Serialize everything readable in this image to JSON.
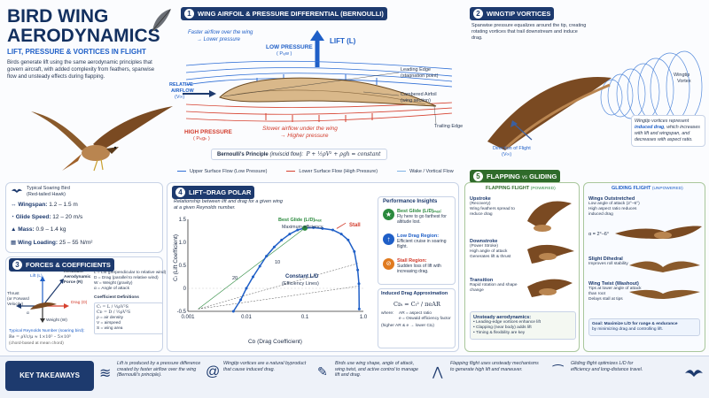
{
  "title": {
    "line1": "BIRD WING",
    "line2": "AERODYNAMICS",
    "subtitle": "LIFT, PRESSURE & VORTICES IN FLIGHT",
    "intro": "Birds generate lift using the same aerodynamic principles that govern aircraft, with added complexity from feathers, spanwise flow and unsteady effects during flapping."
  },
  "airfoil": {
    "number": "1",
    "header": "WING AIRFOIL & PRESSURE DIFFERENTIAL (BERNOULLI)",
    "upper_note_1": "Faster airflow over the wing",
    "upper_note_2": "→ Lower pressure",
    "low_pressure": "LOW PRESSURE",
    "p_low": "( Pₗₒw )",
    "lift": "LIFT (L)",
    "relative_airflow_1": "RELATIVE",
    "relative_airflow_2": "AIRFLOW",
    "v_inf": "(V∞)",
    "leading_edge_1": "Leading Edge",
    "leading_edge_2": "(stagnation point)",
    "cambered_1": "Cambered Airfoil",
    "cambered_2": "(wing section)",
    "trailing_edge": "Trailing Edge",
    "high_pressure": "HIGH PRESSURE",
    "p_high": "( Pₕᵢgₕ )",
    "lower_note_1": "Slower airflow under the wing",
    "lower_note_2": "→ Higher pressure",
    "bernoulli_label": "Bernoulli's Principle",
    "bernoulli_sub": "(inviscid flow):",
    "bernoulli_eq": "P + ½ρV² + ρgh = constant",
    "legend": [
      "Upper Surface Flow (Low Pressure)",
      "Lower Surface Flow (High Pressure)",
      "Wake / Vortical Flow"
    ]
  },
  "vortices": {
    "number": "2",
    "header": "WINGTIP VORTICES",
    "desc": "Spanwise pressure equalizes around the tip, creating rotating vortices that trail downstream and induce drag.",
    "tip_label_1": "Wingtip",
    "tip_label_2": "Vortex",
    "direction_1": "Direction of Flight",
    "direction_2": "(V∞)",
    "note_1": "Wingtip vortices represent",
    "note_2": "induced drag",
    "note_3": ", which",
    "note_4": "increases with lift and",
    "note_5": "wingspan, and decreases",
    "note_6": "with aspect ratio."
  },
  "bird_stats": {
    "name_1": "Typical Soaring Bird",
    "name_2": "(Red-tailed Hawk)",
    "wingspan_label": "Wingspan:",
    "wingspan_value": "1.2 – 1.5 m",
    "speed_label": "Glide Speed:",
    "speed_value": "12 – 20 m/s",
    "mass_label": "Mass:",
    "mass_value": "0.9 – 1.4 kg",
    "loading_label": "Wing Loading:",
    "loading_value": "25 – 55 N/m²"
  },
  "forces": {
    "number": "3",
    "header": "FORCES & COEFFICIENTS",
    "lift": "Lift (L)",
    "resultant_1": "Resultant",
    "resultant_2": "Aerodynamic",
    "resultant_3": "Force (R)",
    "thrust_1": "Thrust",
    "thrust_2": "(or Forward",
    "thrust_3": "Velocity)",
    "drag": "Drag (D)",
    "weight": "Weight (W)",
    "alpha": "α",
    "defs": [
      "L = Lift (perpendicular to relative wind)",
      "D = Drag (parallel to relative wind)",
      "W = Weight (gravity)",
      "α = Angle of attack"
    ],
    "coef_header": "Coefficient Definitions",
    "cl_eq": "Cₗ = L / ½ρV²S",
    "cd_eq": "Cᴅ = D / ½ρV²S",
    "coef_defs": [
      "ρ = air density",
      "V = airspeed",
      "S = wing area"
    ],
    "reynolds_label": "Typical Reynolds Number (soaring bird):",
    "reynolds_eq": "Re = ρVc/μ ≈ 1×10⁵ – 5×10⁵",
    "reynolds_sub": "(chord-based at mean chord)"
  },
  "polar": {
    "number": "4",
    "header": "LIFT–DRAG POLAR",
    "desc_1": "Relationship between lift and drag for a given wing",
    "desc_2": "at a given Reynolds number.",
    "best_glide_1": "Best Glide (L/D)ₘₐₓ",
    "best_glide_2": "Maximum efficiency",
    "stall": "Stall",
    "ld_lines": [
      "10",
      "20"
    ],
    "constant_ld_1": "Constant L/D",
    "constant_ld_2": "(Efficiency Lines)",
    "ylabel": "Cₗ (Lift Coefficient)",
    "xlabel": "Cᴅ (Drag Coefficient)",
    "insights_header": "Performance Insights",
    "insights": [
      {
        "title": "Best Glide (L/D)ₘₐₓ:",
        "body": "Fly here to go farthest for altitude lost."
      },
      {
        "title": "Low Drag Region:",
        "body": "Efficient cruise in soaring flight."
      },
      {
        "title": "Stall Region:",
        "body": "Sudden loss of lift with increasing drag."
      }
    ],
    "induced_header": "Induced Drag Approximation",
    "induced_eq": "Cᴅᵢ = Cₗ² / πeAR",
    "induced_where": "where:",
    "induced_defs": [
      "AR = aspect ratio",
      "e = Oswald efficiency factor",
      "(higher AR & e → lower Cᴅᵢ)"
    ]
  },
  "chart_data": {
    "type": "line",
    "x_scale": "log",
    "xlabel": "Cᴅ (Drag Coefficient)",
    "ylabel": "Cₗ (Lift Coefficient)",
    "xlim": [
      0.001,
      1.0
    ],
    "ylim": [
      -0.5,
      1.5
    ],
    "x_ticks": [
      "0.001",
      "0.01",
      "0.1",
      "1.0"
    ],
    "y_ticks": [
      "-0.5",
      "0",
      "0.5",
      "1.0",
      "1.5"
    ],
    "series": [
      {
        "x": [
          0.006,
          0.008,
          0.01,
          0.013,
          0.017,
          0.022,
          0.03,
          0.04,
          0.055,
          0.075,
          0.1,
          0.14,
          0.2,
          0.3,
          0.42,
          0.55,
          0.7,
          0.8,
          0.84,
          0.85
        ],
        "y": [
          -0.5,
          -0.25,
          0,
          0.25,
          0.48,
          0.7,
          0.9,
          1.05,
          1.18,
          1.27,
          1.31,
          1.32,
          1.3,
          1.27,
          1.18,
          1.05,
          0.8,
          0.4,
          0.1,
          -0.45
        ]
      }
    ],
    "annotations": [
      {
        "text": "Best Glide (L/D)ₘₐₓ",
        "x": 0.1,
        "y": 1.31
      },
      {
        "text": "Stall",
        "x": 0.3,
        "y": 1.27
      }
    ]
  },
  "flapping": {
    "number": "5",
    "header_1": "FLAPPING",
    "header_vs": "vs",
    "header_2": "GLIDING",
    "flap_header": "FLAPPING FLIGHT",
    "flap_sub": "(POWERED)",
    "phases": [
      {
        "title": "Upstroke",
        "sub": "(Recovery)",
        "items": [
          "Wing feathers spread to reduce drag"
        ]
      },
      {
        "title": "Downstroke",
        "sub": "(Power Stroke)",
        "items": [
          "High angle of attack",
          "Generates lift & thrust"
        ]
      },
      {
        "title": "Transition",
        "sub": "",
        "items": [
          "Rapid rotation and shape change"
        ]
      }
    ],
    "unsteady_header": "Unsteady aerodynamics:",
    "unsteady_items": [
      "Leading-edge vortices enhance lift",
      "Clapping (near body) adds lift",
      "Timing & flexibility are key"
    ],
    "glide_header": "GLIDING FLIGHT",
    "glide_sub": "(UNPOWERED)",
    "glide_sections": [
      {
        "title": "Wings Outstretched",
        "items": [
          "Low angle of attack (2°–6°)",
          "High aspect ratio reduces induced drag"
        ]
      },
      {
        "title": "Slight Dihedral",
        "items": [
          "Improves roll stability"
        ]
      },
      {
        "title": "Wing Twist (Washout)",
        "items": [
          "Tips at lower angle of attack than root",
          "Delays stall at tips"
        ]
      }
    ],
    "alpha_label": "α = 2°–6°",
    "goal_1": "Goal: Maximize L/D for range & endurance",
    "goal_2": "by minimizing drag and controlling lift."
  },
  "takeaways": {
    "header": "KEY TAKEAWAYS",
    "items": [
      {
        "pre": "Lift is produced by a pressure difference",
        "mid": "created by faster airflow over the wing",
        "post": "(Bernoulli's principle)."
      },
      {
        "pre": "Wingtip vortices are a natural byproduct",
        "mid": "that cause induced drag.",
        "post": ""
      },
      {
        "pre": "Birds use wing shape, angle of attack,",
        "mid": "wing twist, and active control to manage",
        "post": "lift and drag."
      },
      {
        "pre": "Flapping flight uses unsteady mechanisms",
        "mid": "to generate high lift and maneuver.",
        "post": ""
      },
      {
        "pre": "Gliding flight optimizes L/D for",
        "mid": "efficiency and long-distance travel.",
        "post": ""
      }
    ]
  },
  "colors": {
    "navy": "#1d3a6e",
    "upper_flow": "#2f6fd6",
    "lower_flow": "#d6412f",
    "wake": "#7fb3e6",
    "green": "#2f6b2a"
  }
}
